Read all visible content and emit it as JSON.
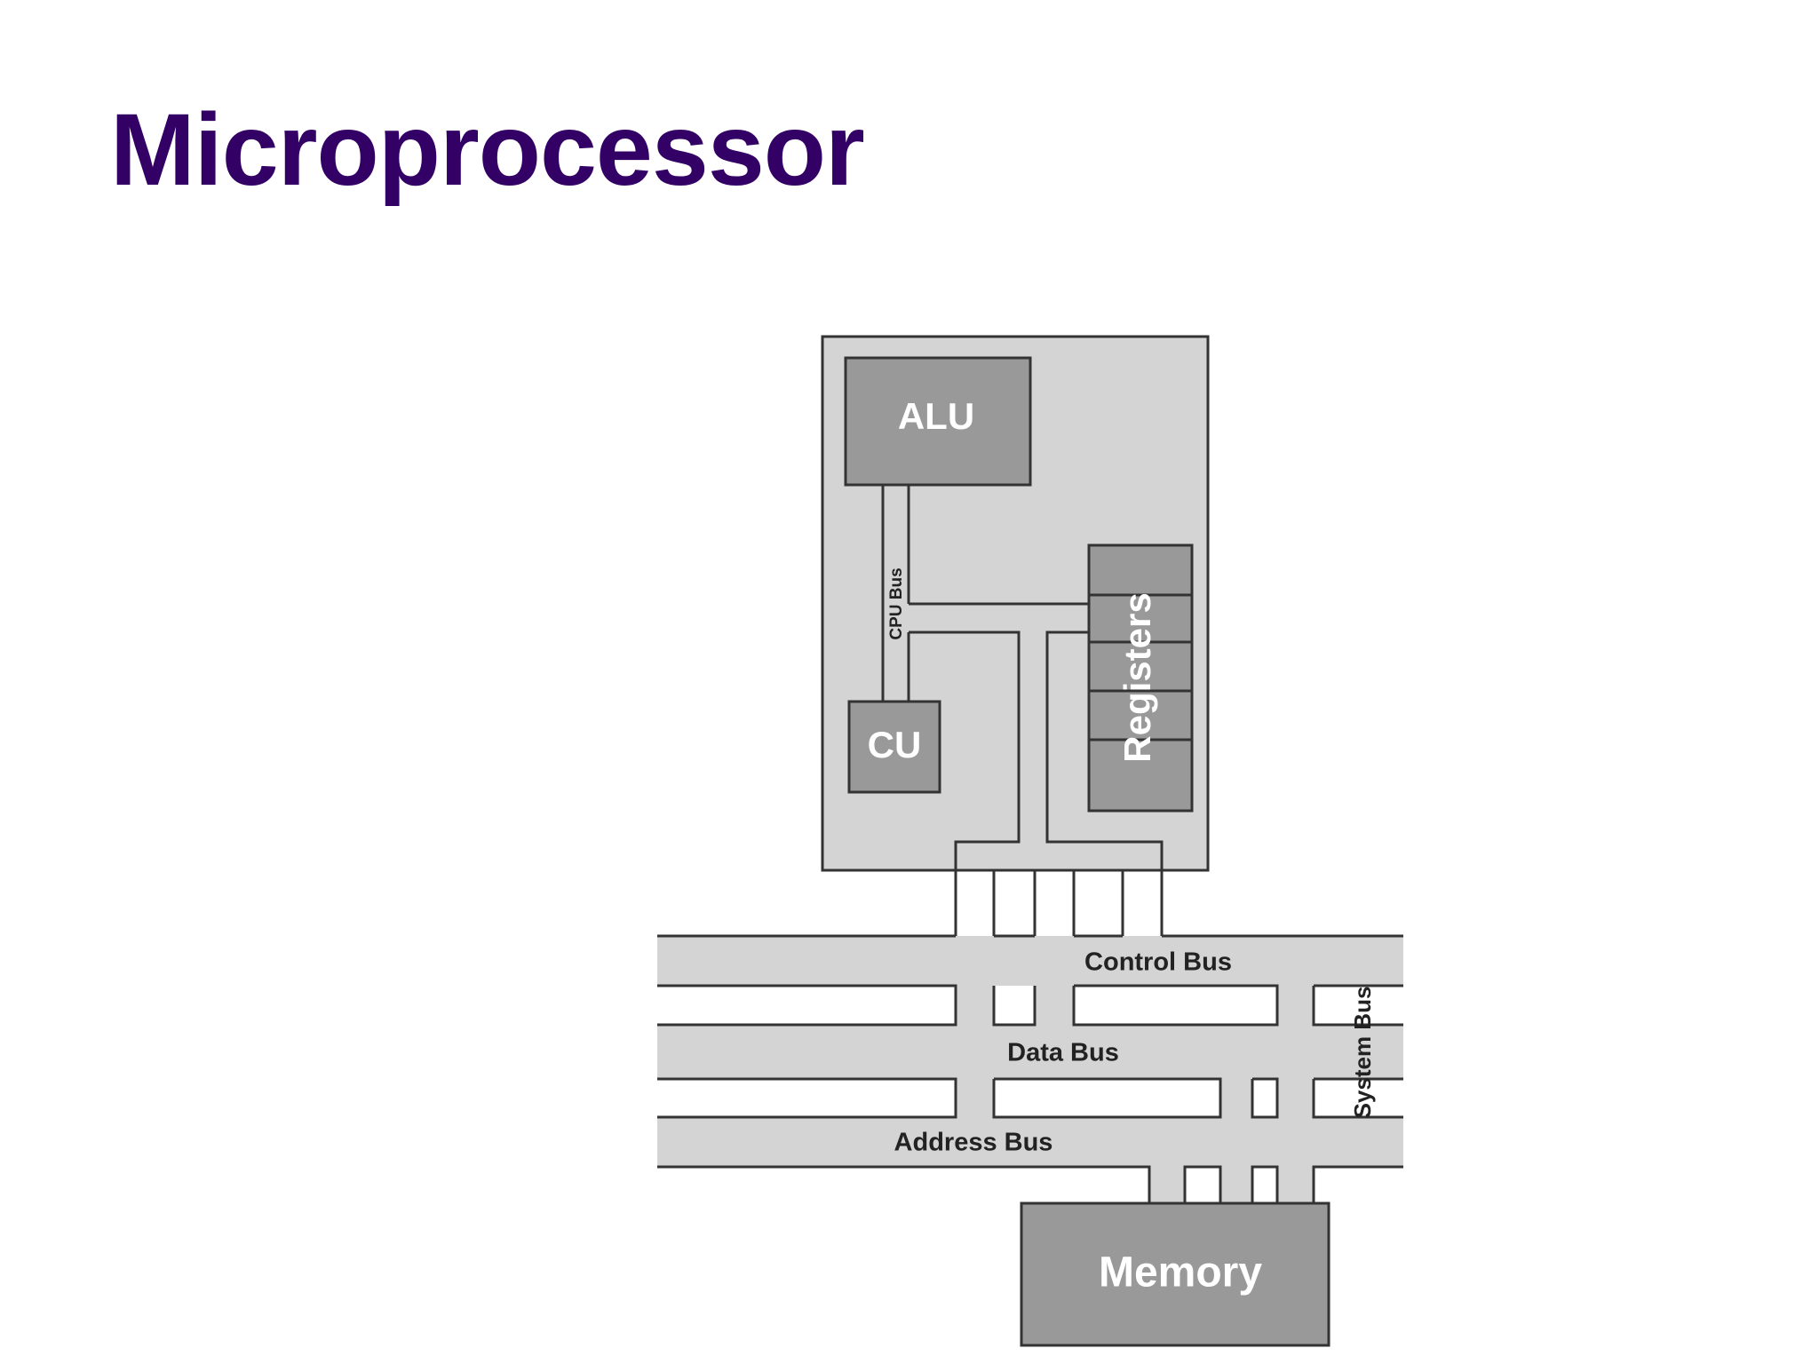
{
  "slide": {
    "title": "Microprocessor"
  },
  "diagram": {
    "cpu": {
      "alu_label": "ALU",
      "cu_label": "CU",
      "registers_label": "Registers",
      "cpu_bus_label": "CPU Bus"
    },
    "buses": {
      "control_label": "Control Bus",
      "data_label": "Data Bus",
      "address_label": "Address Bus",
      "system_label": "System Bus"
    },
    "memory_label": "Memory",
    "colors": {
      "title": "#330066",
      "chip_fill": "#d4d4d4",
      "block_fill": "#999999",
      "outline": "#333333"
    }
  }
}
